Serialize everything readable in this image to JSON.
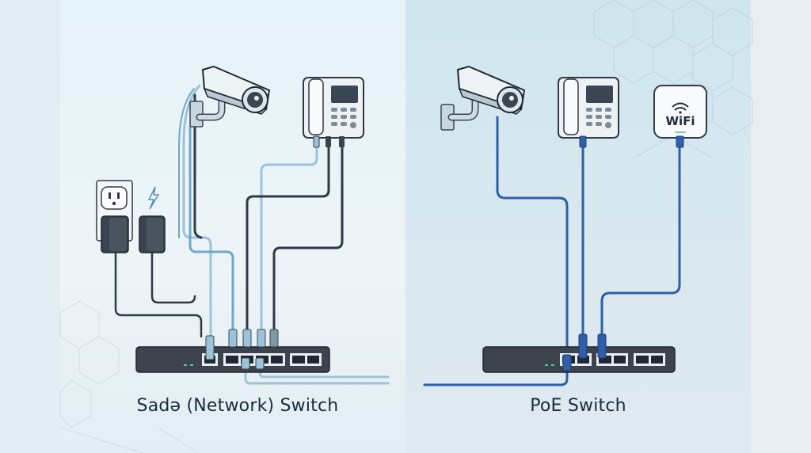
{
  "left_panel": {
    "title": "Sadə (Network) Switch",
    "devices": [
      "ip-camera",
      "ip-phone",
      "power-outlet",
      "power-adapter",
      "power-adapter"
    ],
    "cable_color": "#6fa8c8",
    "power_cable_color": "#2e3a46"
  },
  "right_panel": {
    "title": "PoE Switch",
    "devices": [
      "ip-camera",
      "ip-phone",
      "wifi-access-point"
    ],
    "wifi_label": "WiFi",
    "cable_color": "#2f5fa8"
  },
  "colors": {
    "switch_body": "#3c434c",
    "port_frame": "#e8eef2",
    "port_hole": "#1f2933",
    "led": "#5fbf9a",
    "text": "#1b2b3c"
  }
}
